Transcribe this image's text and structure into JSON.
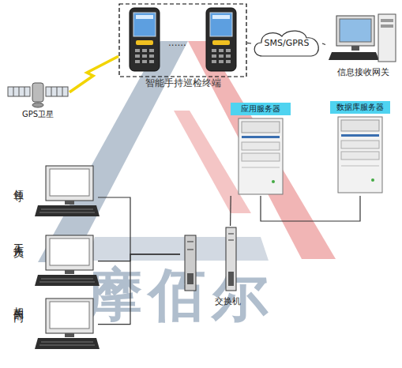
{
  "diagram": {
    "nodes": [
      {
        "text": [
          "GPS卫星"
        ]
      },
      {
        "text": [
          "智能手持巡检终端"
        ]
      },
      {
        "text": [
          "SMS/GPRS"
        ]
      },
      {
        "text": [
          "信息接收网关"
        ]
      },
      {
        "text": [
          "应用服务器"
        ]
      },
      {
        "text": [
          "数据库服务器"
        ]
      },
      {
        "text": [
          "领导"
        ]
      },
      {
        "text": [
          "工作人员"
        ]
      },
      {
        "text": [
          "相关部门"
        ]
      },
      {
        "text": [
          "交换机"
        ]
      }
    ],
    "edges": [
      {
        "from": 0,
        "to": 1,
        "arrow": "none"
      },
      {
        "from": 1,
        "to": 2,
        "arrow": "none"
      },
      {
        "from": 2,
        "to": 3,
        "arrow": "none"
      },
      {
        "from": 4,
        "to": 5,
        "arrow": "none"
      },
      {
        "from": 9,
        "to": 4,
        "arrow": "none"
      },
      {
        "from": 6,
        "to": 9,
        "arrow": "none"
      },
      {
        "from": 7,
        "to": 9,
        "arrow": "none"
      },
      {
        "from": 8,
        "to": 9,
        "arrow": "none"
      }
    ],
    "labels": [
      "......",
      "摩佰尔"
    ]
  }
}
